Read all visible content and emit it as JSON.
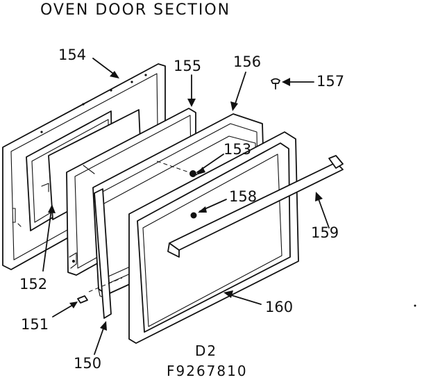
{
  "title": "OVEN DOOR SECTION",
  "parts": {
    "p150": "150",
    "p151": "151",
    "p152": "152",
    "p153": "153",
    "p154": "154",
    "p155": "155",
    "p156": "156",
    "p157": "157",
    "p158": "158",
    "p159": "159",
    "p160": "160"
  },
  "footer": {
    "code": "D2",
    "model": "F9267810"
  }
}
